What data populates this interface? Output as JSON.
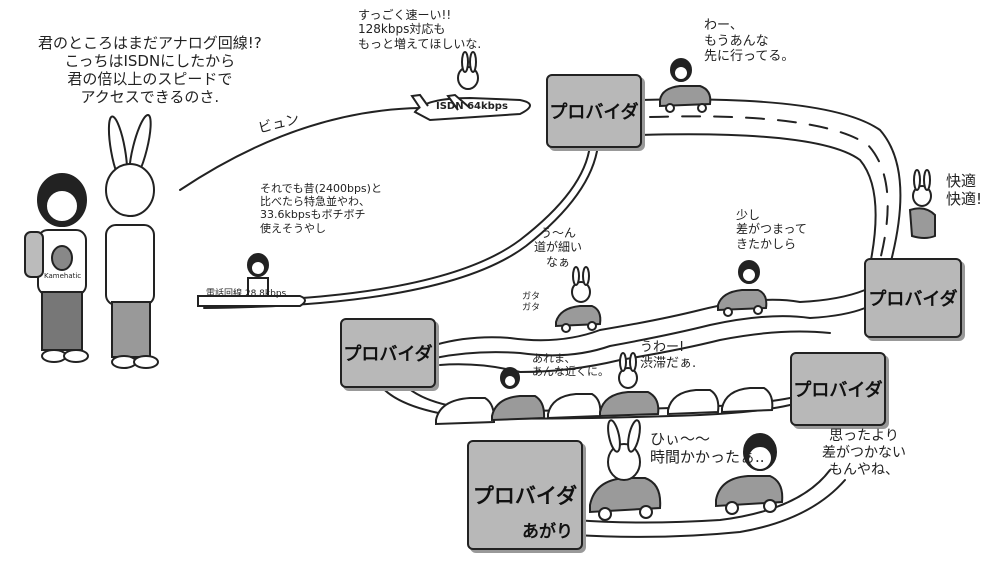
{
  "speech": {
    "rabbit_main": "君のところはまだアナログ回線!?\nこっちはISDNにしたから\n君の倍以上のスピードで\nアクセスできるのさ.",
    "sfx_byun": "ビュン",
    "plane_rider": "すっごく速ーい!!\n128kbps対応も\nもっと増えてほしいな.",
    "train_rider": "それでも昔(2400bps)と\n比べたら特急並やわ、\n33.6kbpsもボチボチ\n使えそうやし",
    "girl_car_top": "わー、\nもうあんな\n先に行ってる。",
    "rabbit_car_right": "快適\n快適!",
    "rabbit_narrow": "う〜ん\n道が細い\nなぁ",
    "sfx_gata": "ガタ\nガタ",
    "girl_narrow": "少し\n差がつまって\nきたかしら",
    "girl_traffic": "あれま、\nあんな近くに。",
    "rabbit_traffic": "うわー!\n渋滞だぁ.",
    "rabbit_end": "ひぃ〜〜\n時間かかったぁ..",
    "girl_end": "思ったより\n差がつかない\nもんやね、"
  },
  "labels": {
    "plane": "ISDN 64kbps",
    "train": "電話回線 28.8kbps",
    "shirt": "Kamehatic"
  },
  "providers": {
    "label": "プロバイダ",
    "goal": "あがり"
  },
  "colors": {
    "box_fill": "#b8b8b8",
    "car_fill": "#9a9a9a",
    "ink": "#222222"
  }
}
